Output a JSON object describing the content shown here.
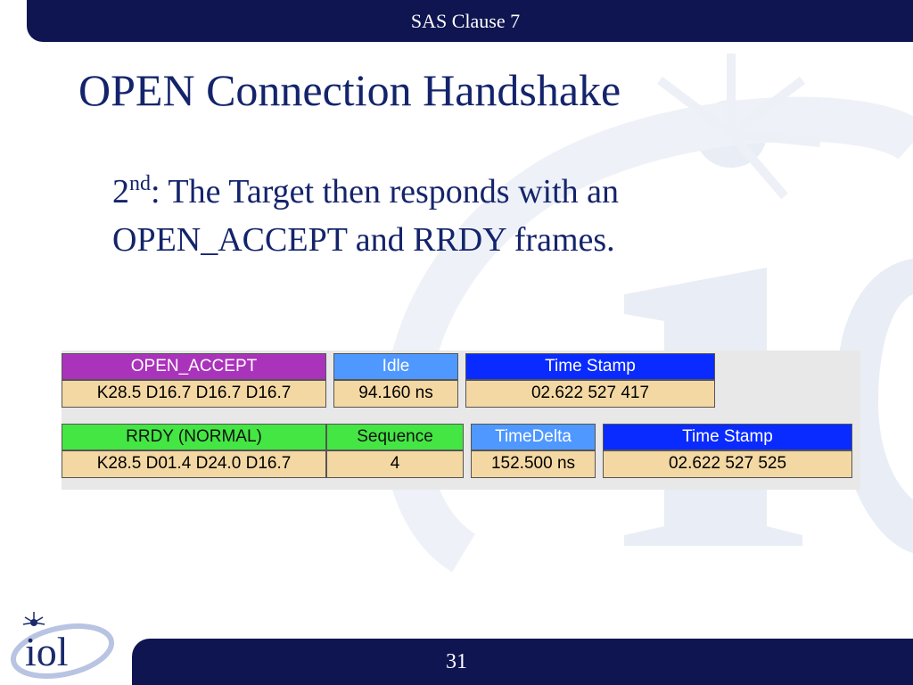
{
  "header": {
    "text": "SAS Clause 7"
  },
  "title": "OPEN Connection Handshake",
  "bullet": {
    "ordinal": "2",
    "ordinal_suffix": "nd",
    "text": ": The Target then responds with an OPEN_ACCEPT and RRDY frames."
  },
  "trace": {
    "row1": [
      {
        "header": "OPEN_ACCEPT",
        "value": "K28.5 D16.7 D16.7 D16.7",
        "color": "#aa33bb",
        "text_color": "#ffffff"
      },
      {
        "header": "Idle",
        "value": "94.160 ns",
        "color": "#4f98ff",
        "text_color": "#ffffff"
      },
      {
        "header": "Time Stamp",
        "value": "02.622 527 417",
        "color": "#0a2bff",
        "text_color": "#ffffff"
      }
    ],
    "row2": [
      {
        "header": "RRDY (NORMAL)",
        "value": "K28.5 D01.4 D24.0 D16.7",
        "color": "#44e644",
        "text_color": "#111111"
      },
      {
        "header": "Sequence",
        "value": "4",
        "color": "#44e644",
        "text_color": "#111111"
      },
      {
        "header": "TimeDelta",
        "value": "152.500 ns",
        "color": "#4f98ff",
        "text_color": "#ffffff"
      },
      {
        "header": "Time Stamp",
        "value": "02.622 527 525",
        "color": "#0a2bff",
        "text_color": "#ffffff"
      }
    ]
  },
  "footer": {
    "page_number": "31"
  },
  "logo": {
    "text": "iol"
  },
  "colors": {
    "navy": "#0e1550",
    "title": "#14246b",
    "value_bg": "#f4d8a3"
  }
}
